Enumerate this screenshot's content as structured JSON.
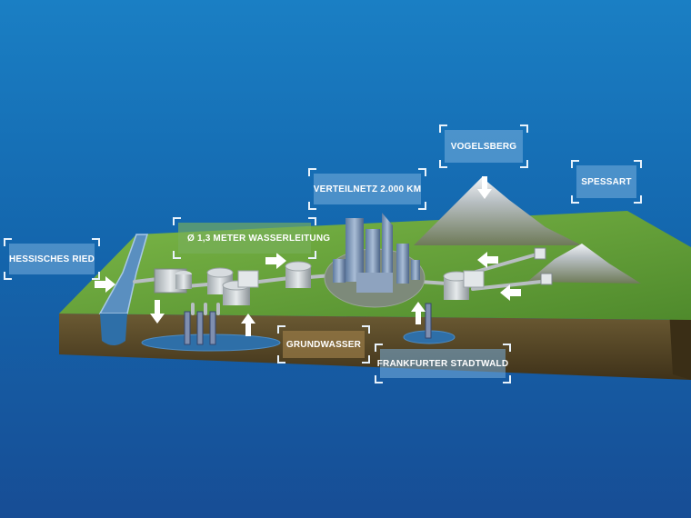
{
  "labels": {
    "hessisches_ried": "HESSISCHES RIED",
    "wasserleitung": "ø 1,3 METER WASSERLEITUNG",
    "verteilnetz": "VERTEILNETZ 2.000 km",
    "vogelsberg": "VOGELSBERG",
    "spessart": "SPESSART",
    "grundwasser": "GRUNDWASSER",
    "stadtwald": "FRANKFURTER STADTWALD"
  },
  "colors": {
    "background_top": "#1a7fc4",
    "background_bottom": "#174d95",
    "grass": "#6ea63c",
    "soil": "#5a4a2a",
    "water": "#2e6fa8",
    "arrow": "#ffffff"
  }
}
